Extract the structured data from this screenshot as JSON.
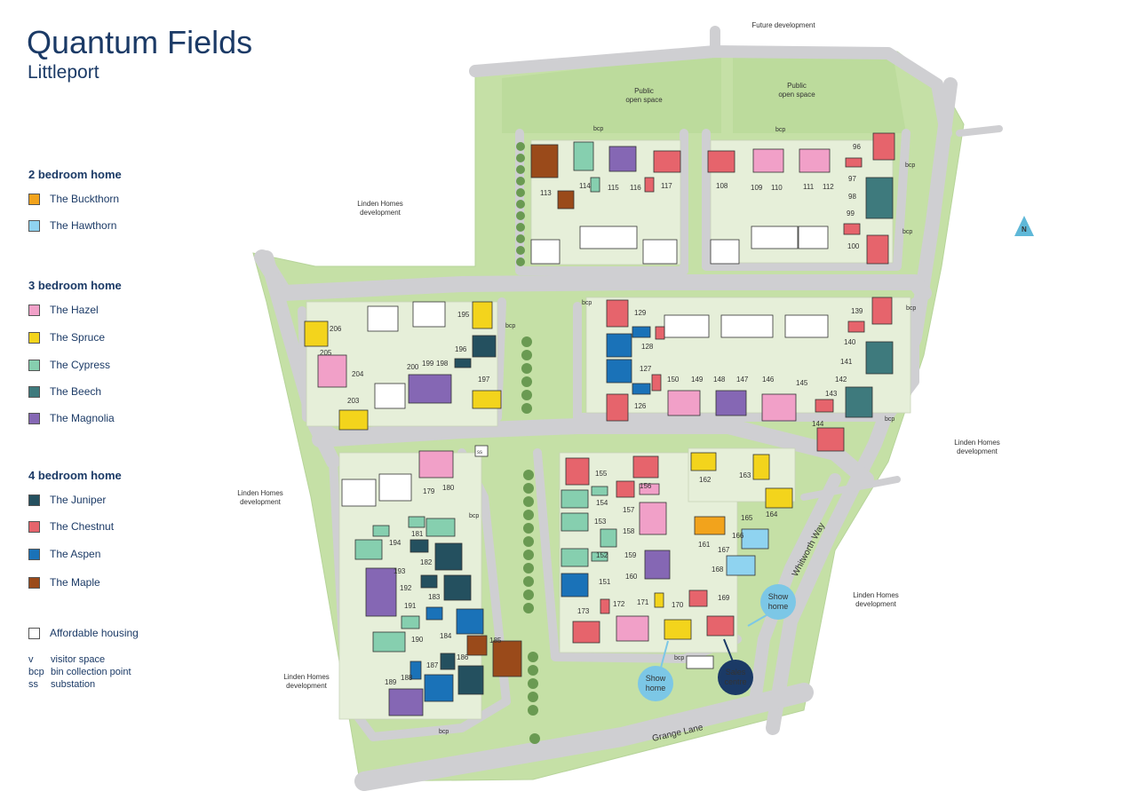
{
  "header": {
    "title": "Quantum Fields",
    "subtitle": "Littleport"
  },
  "legend": {
    "two_bed": {
      "heading": "2 bedroom home",
      "items": [
        {
          "label": "The Buckthorn",
          "color": "#f2a31c"
        },
        {
          "label": "The Hawthorn",
          "color": "#8fd3f0"
        }
      ]
    },
    "three_bed": {
      "heading": "3 bedroom home",
      "items": [
        {
          "label": "The Hazel",
          "color": "#f1a0c8"
        },
        {
          "label": "The Spruce",
          "color": "#f3d41c"
        },
        {
          "label": "The Cypress",
          "color": "#86cfaf"
        },
        {
          "label": "The Beech",
          "color": "#3e7a7d"
        },
        {
          "label": "The Magnolia",
          "color": "#8567b4"
        }
      ]
    },
    "four_bed": {
      "heading": "4 bedroom home",
      "items": [
        {
          "label": "The Juniper",
          "color": "#24505f"
        },
        {
          "label": "The Chestnut",
          "color": "#e6646c"
        },
        {
          "label": "The Aspen",
          "color": "#1a72b8"
        },
        {
          "label": "The Maple",
          "color": "#9a4a1a"
        }
      ]
    },
    "affordable": {
      "label": "Affordable housing",
      "color": "#ffffff"
    },
    "abbreviations": [
      {
        "key": "v",
        "meaning": "visitor space"
      },
      {
        "key": "bcp",
        "meaning": "bin collection point"
      },
      {
        "key": "ss",
        "meaning": "substation"
      }
    ]
  },
  "map": {
    "labels": {
      "future_development": "Future development",
      "public_open_space_1": "Public open space",
      "public_open_space_2": "Public open space",
      "linden_1": "Linden Homes development",
      "linden_2": "Linden Homes development",
      "linden_3": "Linden Homes development",
      "linden_4": "Linden Homes development",
      "linden_5": "Linden Homes development",
      "whitworth_way": "Whitworth Way",
      "grange_lane": "Grange Lane",
      "north": "N",
      "bcp": "bcp",
      "ss": "ss"
    },
    "callouts": {
      "show_home_1": "Show home",
      "show_home_2": "Show home",
      "sales_centre": "Sales centre"
    },
    "plots": [
      {
        "n": "113",
        "type": "The Maple"
      },
      {
        "n": "114",
        "type": "The Cypress"
      },
      {
        "n": "115",
        "type": "The Magnolia"
      },
      {
        "n": "116",
        "type": "The Chestnut"
      },
      {
        "n": "117",
        "type": "The Chestnut"
      },
      {
        "n": "108",
        "type": "The Chestnut"
      },
      {
        "n": "109",
        "type": "The Hazel"
      },
      {
        "n": "110",
        "type": "The Hazel"
      },
      {
        "n": "111",
        "type": "The Hazel"
      },
      {
        "n": "112",
        "type": "The Hazel"
      },
      {
        "n": "96",
        "type": "The Chestnut"
      },
      {
        "n": "97",
        "type": "The Beech"
      },
      {
        "n": "98",
        "type": "The Beech"
      },
      {
        "n": "99",
        "type": "The Chestnut"
      },
      {
        "n": "100",
        "type": "The Chestnut"
      },
      {
        "n": "129",
        "type": "The Chestnut"
      },
      {
        "n": "128",
        "type": "The Aspen"
      },
      {
        "n": "127",
        "type": "The Aspen"
      },
      {
        "n": "126",
        "type": "The Chestnut"
      },
      {
        "n": "150",
        "type": "The Hazel"
      },
      {
        "n": "149",
        "type": "The Magnolia"
      },
      {
        "n": "148",
        "type": "The Magnolia"
      },
      {
        "n": "146",
        "type": "The Hazel"
      },
      {
        "n": "145",
        "type": "The Hazel"
      },
      {
        "n": "144",
        "type": "The Chestnut"
      },
      {
        "n": "143",
        "type": "The Chestnut"
      },
      {
        "n": "142",
        "type": "The Beech"
      },
      {
        "n": "141",
        "type": "The Beech"
      },
      {
        "n": "140",
        "type": "The Chestnut"
      },
      {
        "n": "139",
        "type": "The Chestnut"
      },
      {
        "n": "195",
        "type": "The Spruce"
      },
      {
        "n": "196",
        "type": "The Juniper"
      },
      {
        "n": "197",
        "type": "The Spruce"
      },
      {
        "n": "198",
        "type": "The Magnolia"
      },
      {
        "n": "199",
        "type": "The Magnolia"
      },
      {
        "n": "200",
        "type": "The Magnolia"
      },
      {
        "n": "203",
        "type": "The Spruce"
      },
      {
        "n": "204",
        "type": "The Hazel"
      },
      {
        "n": "205",
        "type": "The Hazel"
      },
      {
        "n": "206",
        "type": "The Spruce"
      },
      {
        "n": "155",
        "type": "The Chestnut"
      },
      {
        "n": "156",
        "type": "The Chestnut"
      },
      {
        "n": "157",
        "type": "The Chestnut"
      },
      {
        "n": "158",
        "type": "The Hazel"
      },
      {
        "n": "153",
        "type": "The Cypress"
      },
      {
        "n": "154",
        "type": "The Cypress"
      },
      {
        "n": "152",
        "type": "The Cypress"
      },
      {
        "n": "151",
        "type": "The Aspen"
      },
      {
        "n": "159",
        "type": "The Magnolia"
      },
      {
        "n": "160",
        "type": "The Magnolia"
      },
      {
        "n": "162",
        "type": "The Spruce"
      },
      {
        "n": "163",
        "type": "The Spruce"
      },
      {
        "n": "164",
        "type": "The Spruce"
      },
      {
        "n": "165",
        "type": "The Hawthorn"
      },
      {
        "n": "166",
        "type": "The Hawthorn"
      },
      {
        "n": "161",
        "type": "The Buckthorn"
      },
      {
        "n": "169",
        "type": "The Chestnut"
      },
      {
        "n": "170",
        "type": "The Spruce"
      },
      {
        "n": "171",
        "type": "The Hazel"
      },
      {
        "n": "172",
        "type": "The Hazel"
      },
      {
        "n": "173",
        "type": "The Chestnut"
      },
      {
        "n": "179",
        "type": "The Hazel"
      },
      {
        "n": "180",
        "type": "The Hazel"
      },
      {
        "n": "181",
        "type": "The Cypress"
      },
      {
        "n": "182",
        "type": "The Juniper"
      },
      {
        "n": "183",
        "type": "The Juniper"
      },
      {
        "n": "184",
        "type": "The Aspen"
      },
      {
        "n": "185",
        "type": "The Maple"
      },
      {
        "n": "186",
        "type": "The Juniper"
      },
      {
        "n": "187",
        "type": "The Aspen"
      },
      {
        "n": "188",
        "type": "The Magnolia"
      },
      {
        "n": "189",
        "type": "The Magnolia"
      },
      {
        "n": "190",
        "type": "The Cypress"
      },
      {
        "n": "191",
        "type": "The Magnolia"
      },
      {
        "n": "192",
        "type": "The Magnolia"
      },
      {
        "n": "193",
        "type": "The Cypress"
      },
      {
        "n": "194",
        "type": "The Cypress"
      }
    ]
  }
}
